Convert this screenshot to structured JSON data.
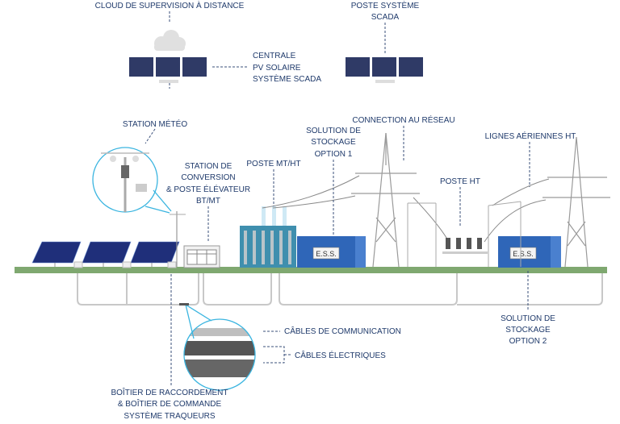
{
  "labels": {
    "cloud": "CLOUD DE SUPERVISION À DISTANCE",
    "scada_post": [
      "POSTE SYSTÈME",
      "SCADA"
    ],
    "pv_plant": [
      "CENTRALE",
      "PV SOLAIRE",
      "SYSTÈME SCADA"
    ],
    "weather_station": "STATION MÉTÉO",
    "conversion_station": [
      "STATION DE",
      "CONVERSION",
      "& POSTE ÉLÉVATEUR",
      "BT/MT"
    ],
    "mv_hv_post": "POSTE MT/HT",
    "storage_1": [
      "SOLUTION DE",
      "STOCKAGE",
      "OPTION 1"
    ],
    "grid_connection": "CONNECTION AU RÉSEAU",
    "hv_lines": "LIGNES AÉRIENNES HT",
    "hv_post": "POSTE HT",
    "storage_2": [
      "SOLUTION DE",
      "STOCKAGE",
      "OPTION 2"
    ],
    "comm_cables": "CÂBLES DE COMMUNICATION",
    "elec_cables": "CÂBLES ÉLECTRIQUES",
    "junction_box": [
      "BOÎTIER DE RACCORDEMENT",
      "& BOÎTIER DE COMMANDE",
      "SYSTÈME TRAQUEURS"
    ],
    "ess": "E.S.S."
  },
  "colors": {
    "text": "#1f3a6b",
    "ground": "#7fa870",
    "container": "#2f66b8",
    "transformer": "#3f8fae",
    "highlight": "#3bb5e0",
    "solar_panel": "#1f2f7a"
  }
}
